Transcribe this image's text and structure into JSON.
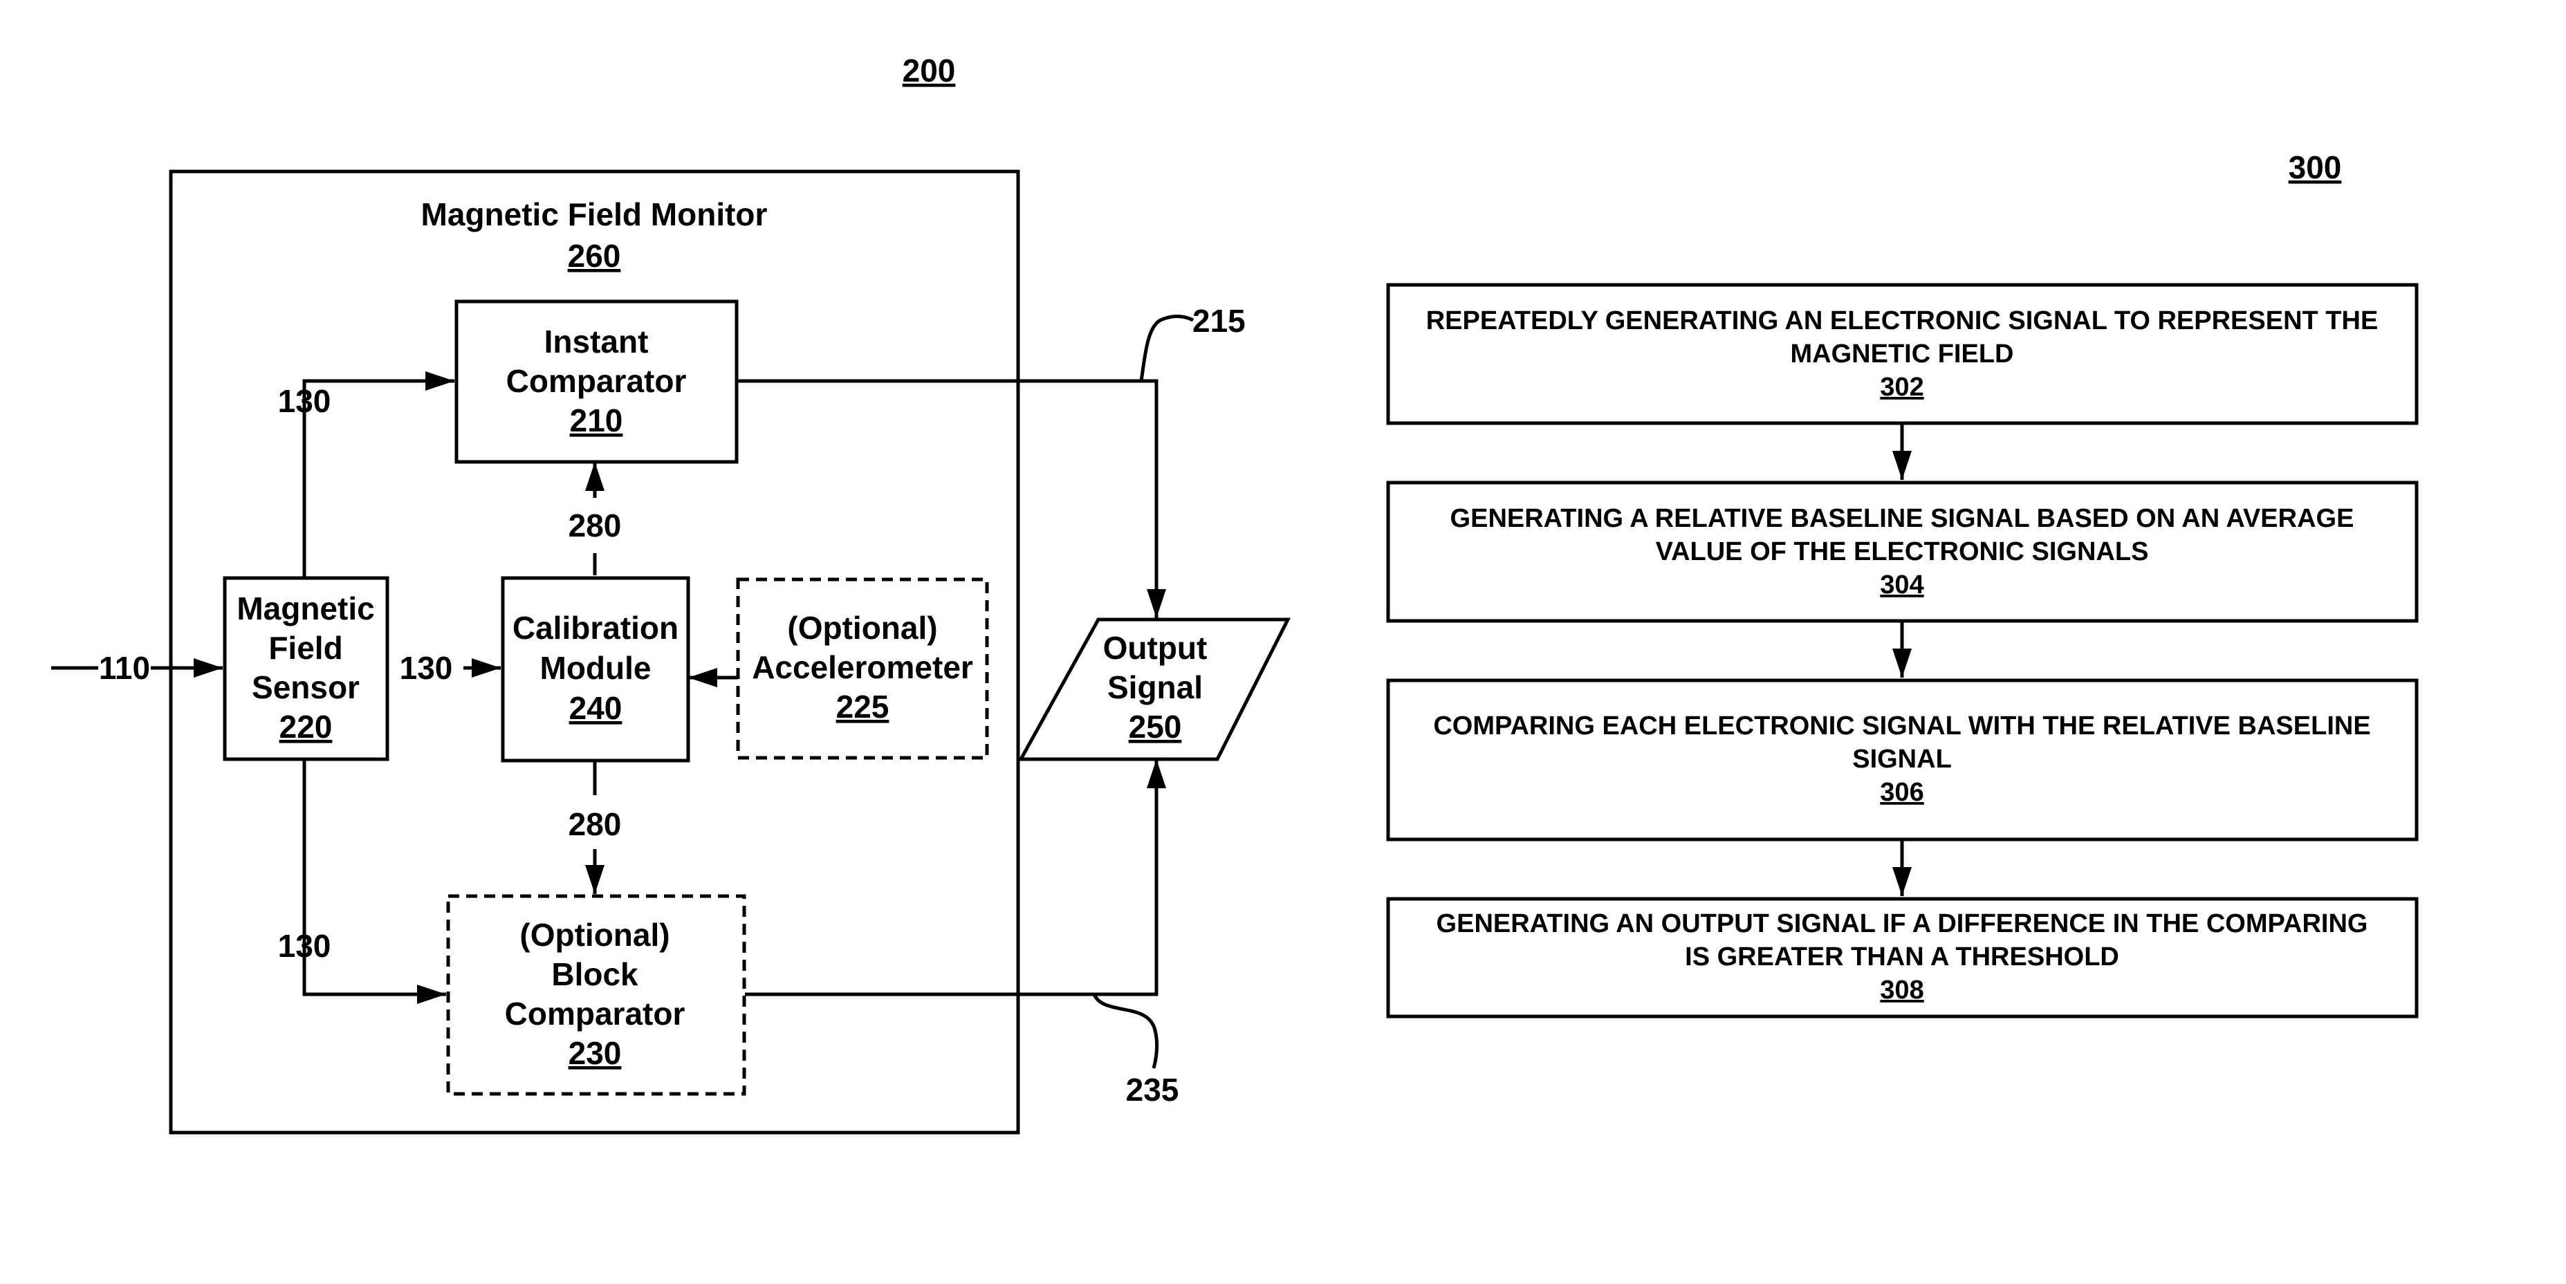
{
  "fig200": {
    "number": "200",
    "monitor": {
      "title": "Magnetic Field Monitor",
      "ref": "260"
    },
    "instant_comparator": {
      "line1": "Instant",
      "line2": "Comparator",
      "ref": "210"
    },
    "sensor": {
      "line1": "Magnetic",
      "line2": "Field",
      "line3": "Sensor",
      "ref": "220"
    },
    "calibration": {
      "line1": "Calibration",
      "line2": "Module",
      "ref": "240"
    },
    "accelerometer": {
      "line1": "(Optional)",
      "line2": "Accelerometer",
      "ref": "225"
    },
    "block_comparator": {
      "line1": "(Optional)",
      "line2": "Block",
      "line3": "Comparator",
      "ref": "230"
    },
    "output": {
      "line1": "Output",
      "line2": "Signal",
      "ref": "250"
    },
    "labels": {
      "input": "110",
      "signal_top": "130",
      "signal_mid": "130",
      "signal_bottom": "130",
      "cal_up": "280",
      "cal_down": "280",
      "line_top": "215",
      "line_bottom": "235"
    }
  },
  "fig300": {
    "number": "300",
    "steps": [
      {
        "line1": "REPEATEDLY GENERATING AN ELECTRONIC SIGNAL TO REPRESENT THE",
        "line2": "MAGNETIC FIELD",
        "ref": "302"
      },
      {
        "line1": "GENERATING A RELATIVE BASELINE SIGNAL BASED ON AN AVERAGE",
        "line2": "VALUE OF THE ELECTRONIC SIGNALS",
        "ref": "304"
      },
      {
        "line1": "COMPARING EACH ELECTRONIC SIGNAL WITH THE RELATIVE BASELINE",
        "line2": "SIGNAL",
        "ref": "306"
      },
      {
        "line1": "GENERATING AN OUTPUT SIGNAL IF A DIFFERENCE IN THE COMPARING",
        "line2": "IS GREATER THAN A THRESHOLD",
        "ref": "308"
      }
    ]
  }
}
